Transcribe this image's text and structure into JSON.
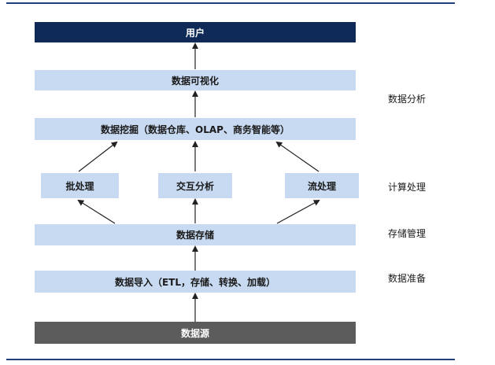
{
  "layers": {
    "user": "用户",
    "visualization": "数据可视化",
    "mining": "数据挖掘（数据仓库、OLAP、商务智能等）",
    "batch": "批处理",
    "interactive": "交互分析",
    "stream": "流处理",
    "storage": "数据存储",
    "import": "数据导入（ETL，存储、转换、加载）",
    "source": "数据源"
  },
  "stages": {
    "analysis": "数据分析",
    "compute": "计算处理",
    "storage_mgmt": "存储管理",
    "preparation": "数据准备"
  },
  "colors": {
    "rule": "#1f3f7a",
    "box_light": "#c8daf1",
    "box_dark": "#0f2a57",
    "box_gray": "#5c5c5c",
    "arrow": "#222222"
  }
}
